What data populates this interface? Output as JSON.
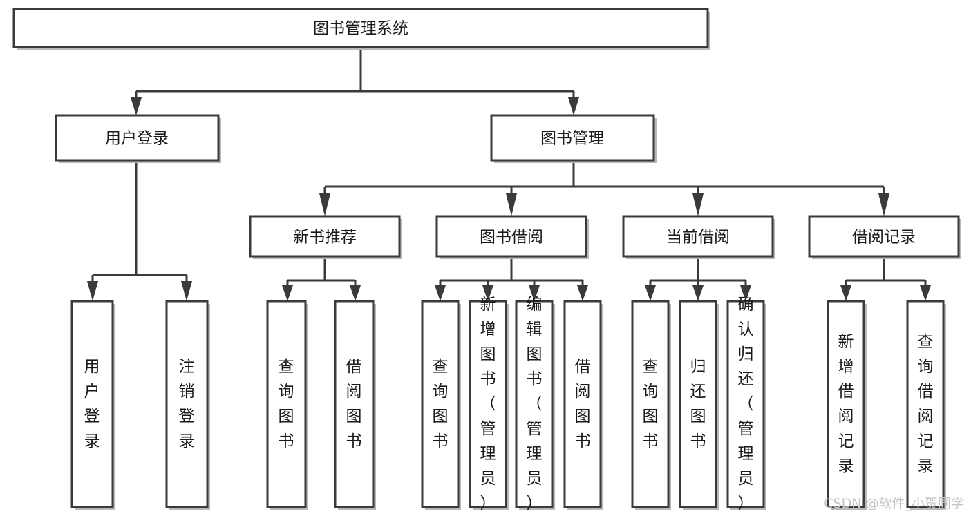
{
  "diagram": {
    "kind": "functional-structure-tree",
    "root": {
      "id": "root",
      "label": "图书管理系统"
    },
    "level2": [
      {
        "id": "user-login",
        "label": "用户登录"
      },
      {
        "id": "book-management",
        "label": "图书管理"
      }
    ],
    "level3": [
      {
        "id": "new-book-recommend",
        "label": "新书推荐"
      },
      {
        "id": "book-borrow",
        "label": "图书借阅"
      },
      {
        "id": "current-borrow",
        "label": "当前借阅"
      },
      {
        "id": "borrow-record",
        "label": "借阅记录"
      }
    ],
    "leaves": {
      "user-login": [
        {
          "id": "leaf-user-login",
          "label": "用户登录"
        },
        {
          "id": "leaf-logout",
          "label": "注销登录"
        }
      ],
      "new-book-recommend": [
        {
          "id": "leaf-query-book-1",
          "label": "查询图书"
        },
        {
          "id": "leaf-borrow-book-1",
          "label": "借阅图书"
        }
      ],
      "book-borrow": [
        {
          "id": "leaf-query-book-2",
          "label": "查询图书"
        },
        {
          "id": "leaf-add-book",
          "label": "新增图书（管理员）"
        },
        {
          "id": "leaf-edit-book",
          "label": "编辑图书（管理员）"
        },
        {
          "id": "leaf-borrow-book-2",
          "label": "借阅图书"
        }
      ],
      "current-borrow": [
        {
          "id": "leaf-query-book-3",
          "label": "查询图书"
        },
        {
          "id": "leaf-return-book",
          "label": "归还图书"
        },
        {
          "id": "leaf-confirm-return",
          "label": "确认归还（管理员）"
        }
      ],
      "borrow-record": [
        {
          "id": "leaf-add-record",
          "label": "新增借阅记录"
        },
        {
          "id": "leaf-query-record",
          "label": "查询借阅记录"
        }
      ]
    }
  },
  "watermark": {
    "text": "CSDN @软件_小贺同学"
  },
  "colors": {
    "stroke": "#3a3a3a",
    "fill": "#ffffff",
    "text": "#1a1a1a",
    "shadow": "#b9b9b9",
    "watermark": "#c4c4c4"
  }
}
